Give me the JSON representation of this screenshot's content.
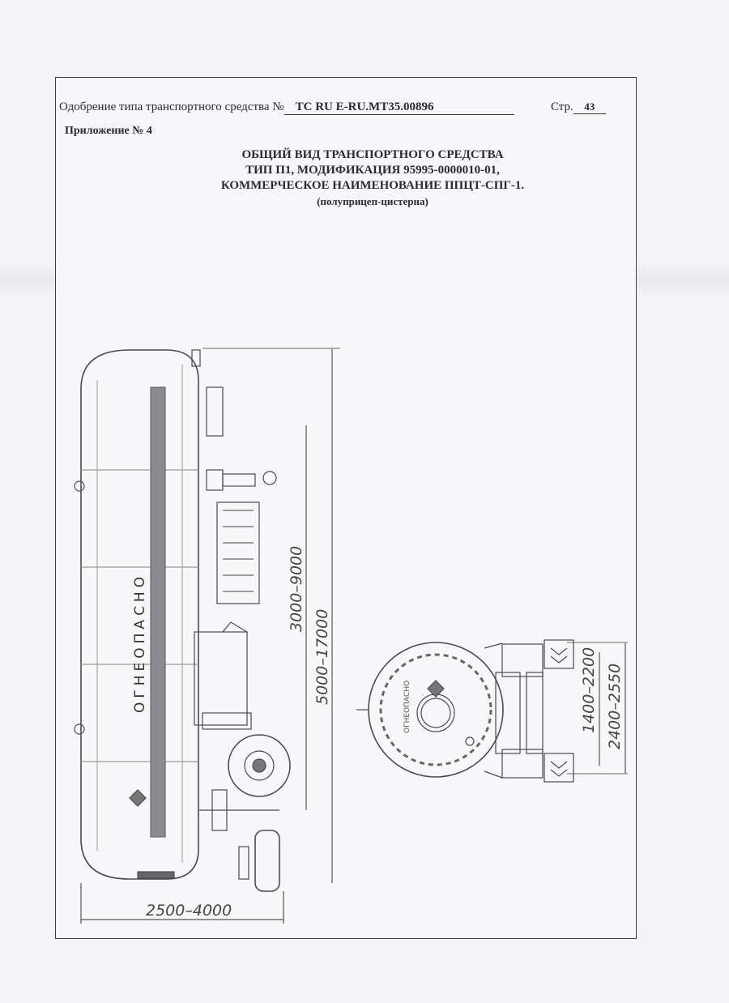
{
  "header": {
    "approval_label": "Одобрение типа транспортного средства №",
    "approval_number": "TC RU E-RU.MT35.00896",
    "page_label": "Стр.",
    "page_number": "43",
    "appendix": "Приложение № 4"
  },
  "title": {
    "line1": "ОБЩИЙ ВИД ТРАНСПОРТНОГО СРЕДСТВА",
    "line2": "ТИП П1, МОДИФИКАЦИЯ 95995-0000010-01,",
    "line3": "КОММЕРЧЕСКОЕ НАИМЕНОВАНИЕ ППЦТ-СПГ-1.",
    "subtitle": "(полуприцеп-цистерна)"
  },
  "drawing": {
    "tank_label": "ОГНЕОПАСНО",
    "rear_tank_label": "ОГНЕОПАСНО",
    "dimensions": {
      "side_a": "3000–9000",
      "side_b": "5000–17000",
      "width": "2500–4000",
      "rear_a": "1400–2200",
      "rear_b": "2400–2550"
    }
  }
}
